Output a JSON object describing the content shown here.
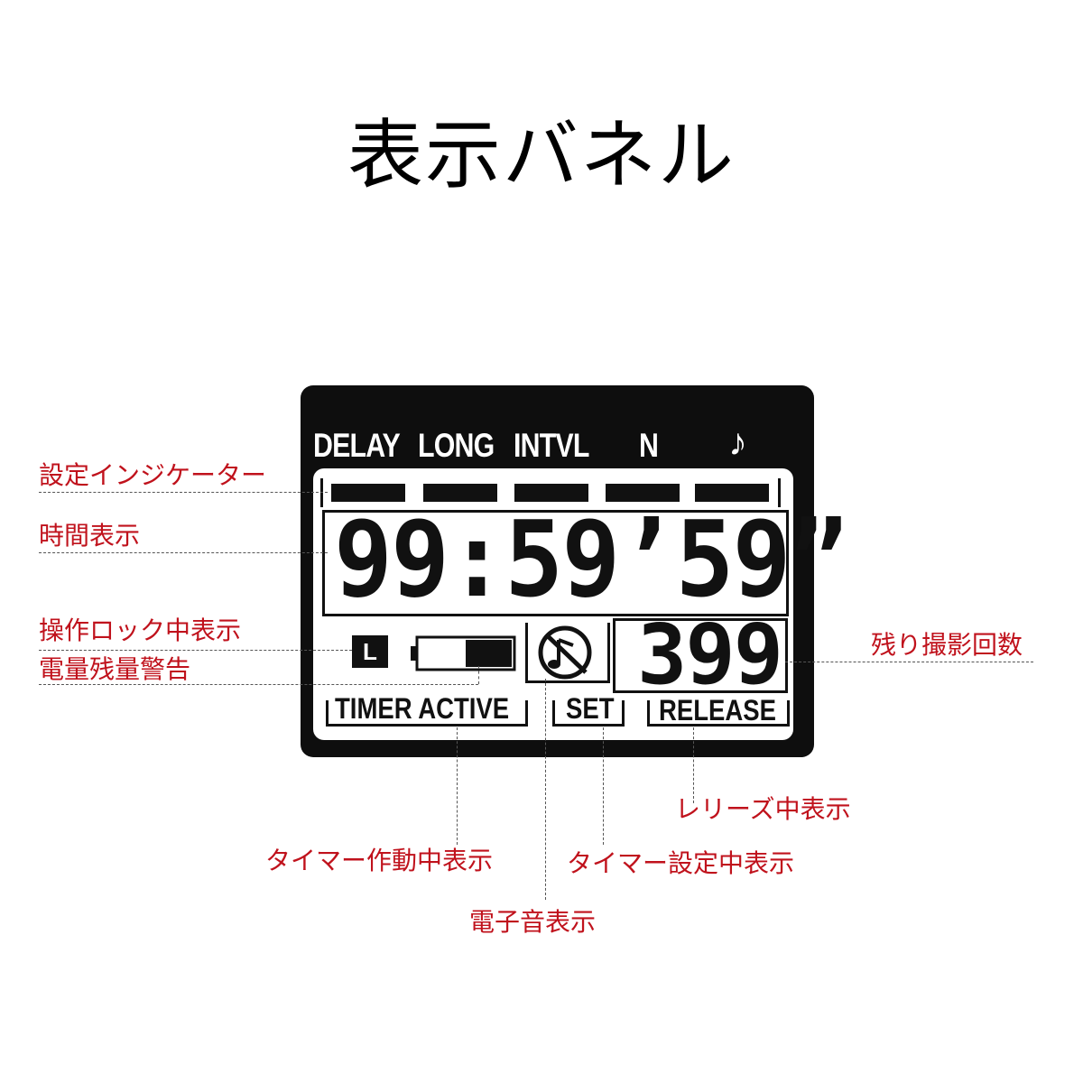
{
  "title": "表示バネル",
  "indicators": {
    "delay": "DELAY",
    "long": "LONG",
    "intvl": "INTVL",
    "n": "N",
    "note": "♪"
  },
  "time_display": "99:59’59”",
  "remaining_count": "399",
  "lock_icon": "L",
  "battery_level": 0.5,
  "status": {
    "timer_active": "TIMER ACTIVE",
    "set": "SET",
    "release": "RELEASE"
  },
  "annotations": {
    "setting_indicator": "設定インジケーター",
    "time_display": "時間表示",
    "lock_display": "操作ロック中表示",
    "battery_warning": "電量残量警告",
    "remaining_shots": "残り撮影回数",
    "release_display": "レリーズ中表示",
    "timer_active_display": "タイマー作動中表示",
    "timer_set_display": "タイマー設定中表示",
    "beep_display": "電子音表示"
  },
  "colors": {
    "panel": "#0e0e0e",
    "annotation": "#c0121c"
  },
  "icons": [
    "lock-icon",
    "battery-icon",
    "beep-icon"
  ]
}
